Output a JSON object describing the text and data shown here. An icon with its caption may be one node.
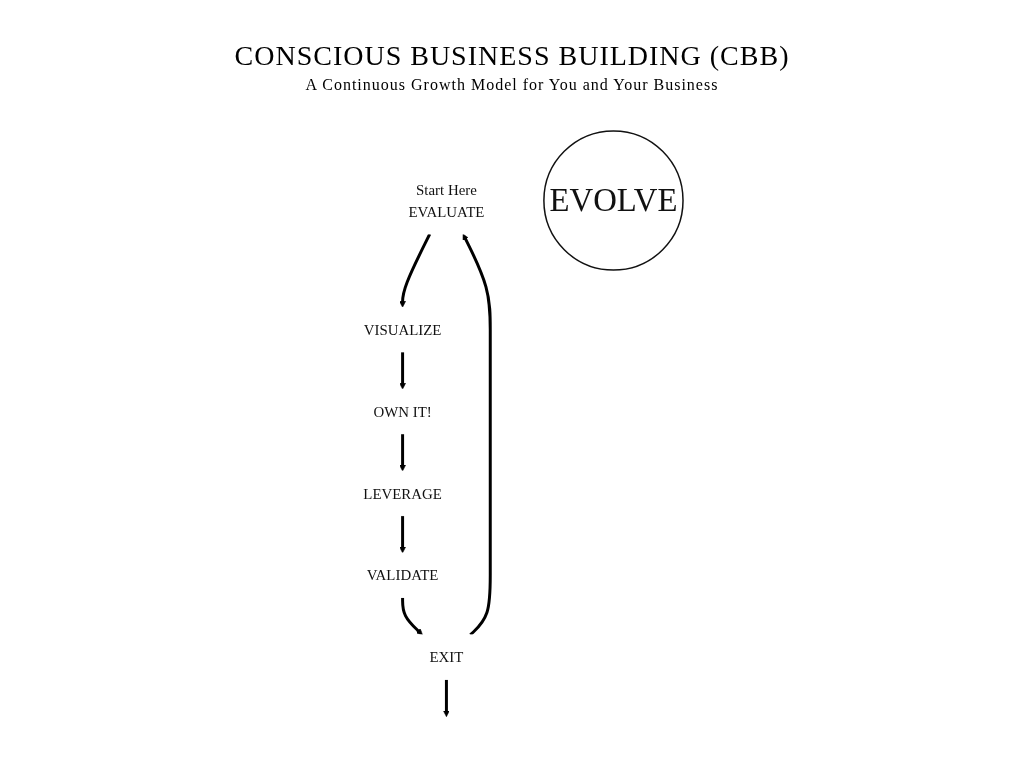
{
  "diagram": {
    "title": "CONSCIOUS BUSINESS BUILDING (CBB)",
    "caption": "A Continuous Growth Model for You and Your Business",
    "nodes": [
      {
        "text": [
          "Start Here",
          "EVALUATE"
        ]
      },
      {
        "text": [
          "VISUALIZE"
        ]
      },
      {
        "text": [
          "OWN IT!"
        ]
      },
      {
        "text": [
          "LEVERAGE"
        ]
      },
      {
        "text": [
          "VALIDATE"
        ]
      },
      {
        "text": [
          "EXIT"
        ]
      },
      {
        "text": [
          "EVOLVE"
        ]
      }
    ],
    "edges": [
      {
        "from": 0,
        "to": 1,
        "arrow": "to"
      },
      {
        "from": 1,
        "to": 2,
        "arrow": "to"
      },
      {
        "from": 2,
        "to": 3,
        "arrow": "to"
      },
      {
        "from": 3,
        "to": 4,
        "arrow": "to"
      },
      {
        "from": 4,
        "to": 5,
        "arrow": "to"
      },
      {
        "from": 5,
        "to": 0,
        "arrow": "to"
      },
      {
        "from": 5,
        "to": null,
        "arrow": "to"
      }
    ]
  }
}
